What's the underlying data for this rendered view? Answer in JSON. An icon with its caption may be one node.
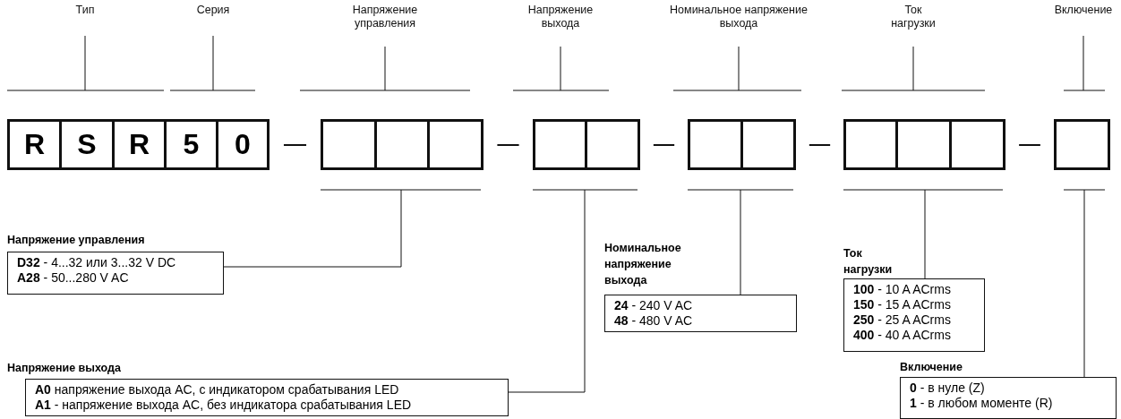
{
  "diagram": {
    "nodes": [
      {
        "text": [
          "Тип"
        ]
      },
      {
        "text": [
          "Серия"
        ]
      },
      {
        "text": [
          "Напряжение управления"
        ]
      },
      {
        "text": [
          "Напряжение выхода"
        ]
      },
      {
        "text": [
          "Номинальное напряжение выхода"
        ]
      },
      {
        "text": [
          "Ток нагрузки"
        ]
      },
      {
        "text": [
          "Включение"
        ]
      },
      {
        "text": [
          "R"
        ]
      },
      {
        "text": [
          "S"
        ]
      },
      {
        "text": [
          "R"
        ]
      },
      {
        "text": [
          "5"
        ]
      },
      {
        "text": [
          "0"
        ]
      },
      {
        "text": [],
        "shape": "box"
      },
      {
        "text": [],
        "shape": "box"
      },
      {
        "text": [],
        "shape": "box"
      },
      {
        "text": [],
        "shape": "box"
      },
      {
        "text": [],
        "shape": "box"
      },
      {
        "text": [],
        "shape": "box"
      },
      {
        "text": [],
        "shape": "box"
      },
      {
        "text": [],
        "shape": "box"
      },
      {
        "text": [],
        "shape": "box"
      },
      {
        "text": [],
        "shape": "box"
      },
      {
        "text": [],
        "shape": "box"
      },
      {
        "text": [
          "Напряжение управления",
          "**D32** - 4...32 или 3...32 V DC",
          "**A28** - 50...280 V AC"
        ]
      },
      {
        "text": [
          "Напряжение выхода",
          "**A0**  напряжение выхода AC, с индикатором срабатывания LED",
          "**A1** - напряжение выхода AC, без индикатора срабатывания LED"
        ]
      },
      {
        "text": [
          "Номинальное напряжение выхода",
          "**24** - 240 V AC",
          "**48** - 480 V AC"
        ]
      },
      {
        "text": [
          "Ток нагрузки",
          "**100** - 10 A ACrms",
          "**150** - 15 A ACrms",
          "**250** - 25 A ACrms",
          "**400** - 40 A ACrms"
        ]
      },
      {
        "text": [
          "Включение",
          "**0** - в нуле (Z)",
          "**1** - в любом моменте (R)"
        ]
      }
    ],
    "edges": [
      {
        "from": 0,
        "to": null,
        "arrow": "none"
      },
      {
        "from": 1,
        "to": null,
        "arrow": "none"
      },
      {
        "from": 2,
        "to": null,
        "arrow": "none"
      },
      {
        "from": 3,
        "to": null,
        "arrow": "none"
      },
      {
        "from": 4,
        "to": null,
        "arrow": "none"
      },
      {
        "from": 5,
        "to": null,
        "arrow": "none"
      },
      {
        "from": 6,
        "to": null,
        "arrow": "none"
      },
      {
        "from": 11,
        "to": 12,
        "arrow": "none"
      },
      {
        "from": 14,
        "to": 15,
        "arrow": "none"
      },
      {
        "from": 16,
        "to": 17,
        "arrow": "none"
      },
      {
        "from": 18,
        "to": 19,
        "arrow": "none"
      },
      {
        "from": 21,
        "to": 22,
        "arrow": "none"
      },
      {
        "from": null,
        "to": 23,
        "arrow": "none"
      },
      {
        "from": null,
        "to": 24,
        "arrow": "none"
      },
      {
        "from": null,
        "to": 25,
        "arrow": "none"
      },
      {
        "from": null,
        "to": 26,
        "arrow": "none"
      },
      {
        "from": null,
        "to": 27,
        "arrow": "none"
      }
    ]
  }
}
